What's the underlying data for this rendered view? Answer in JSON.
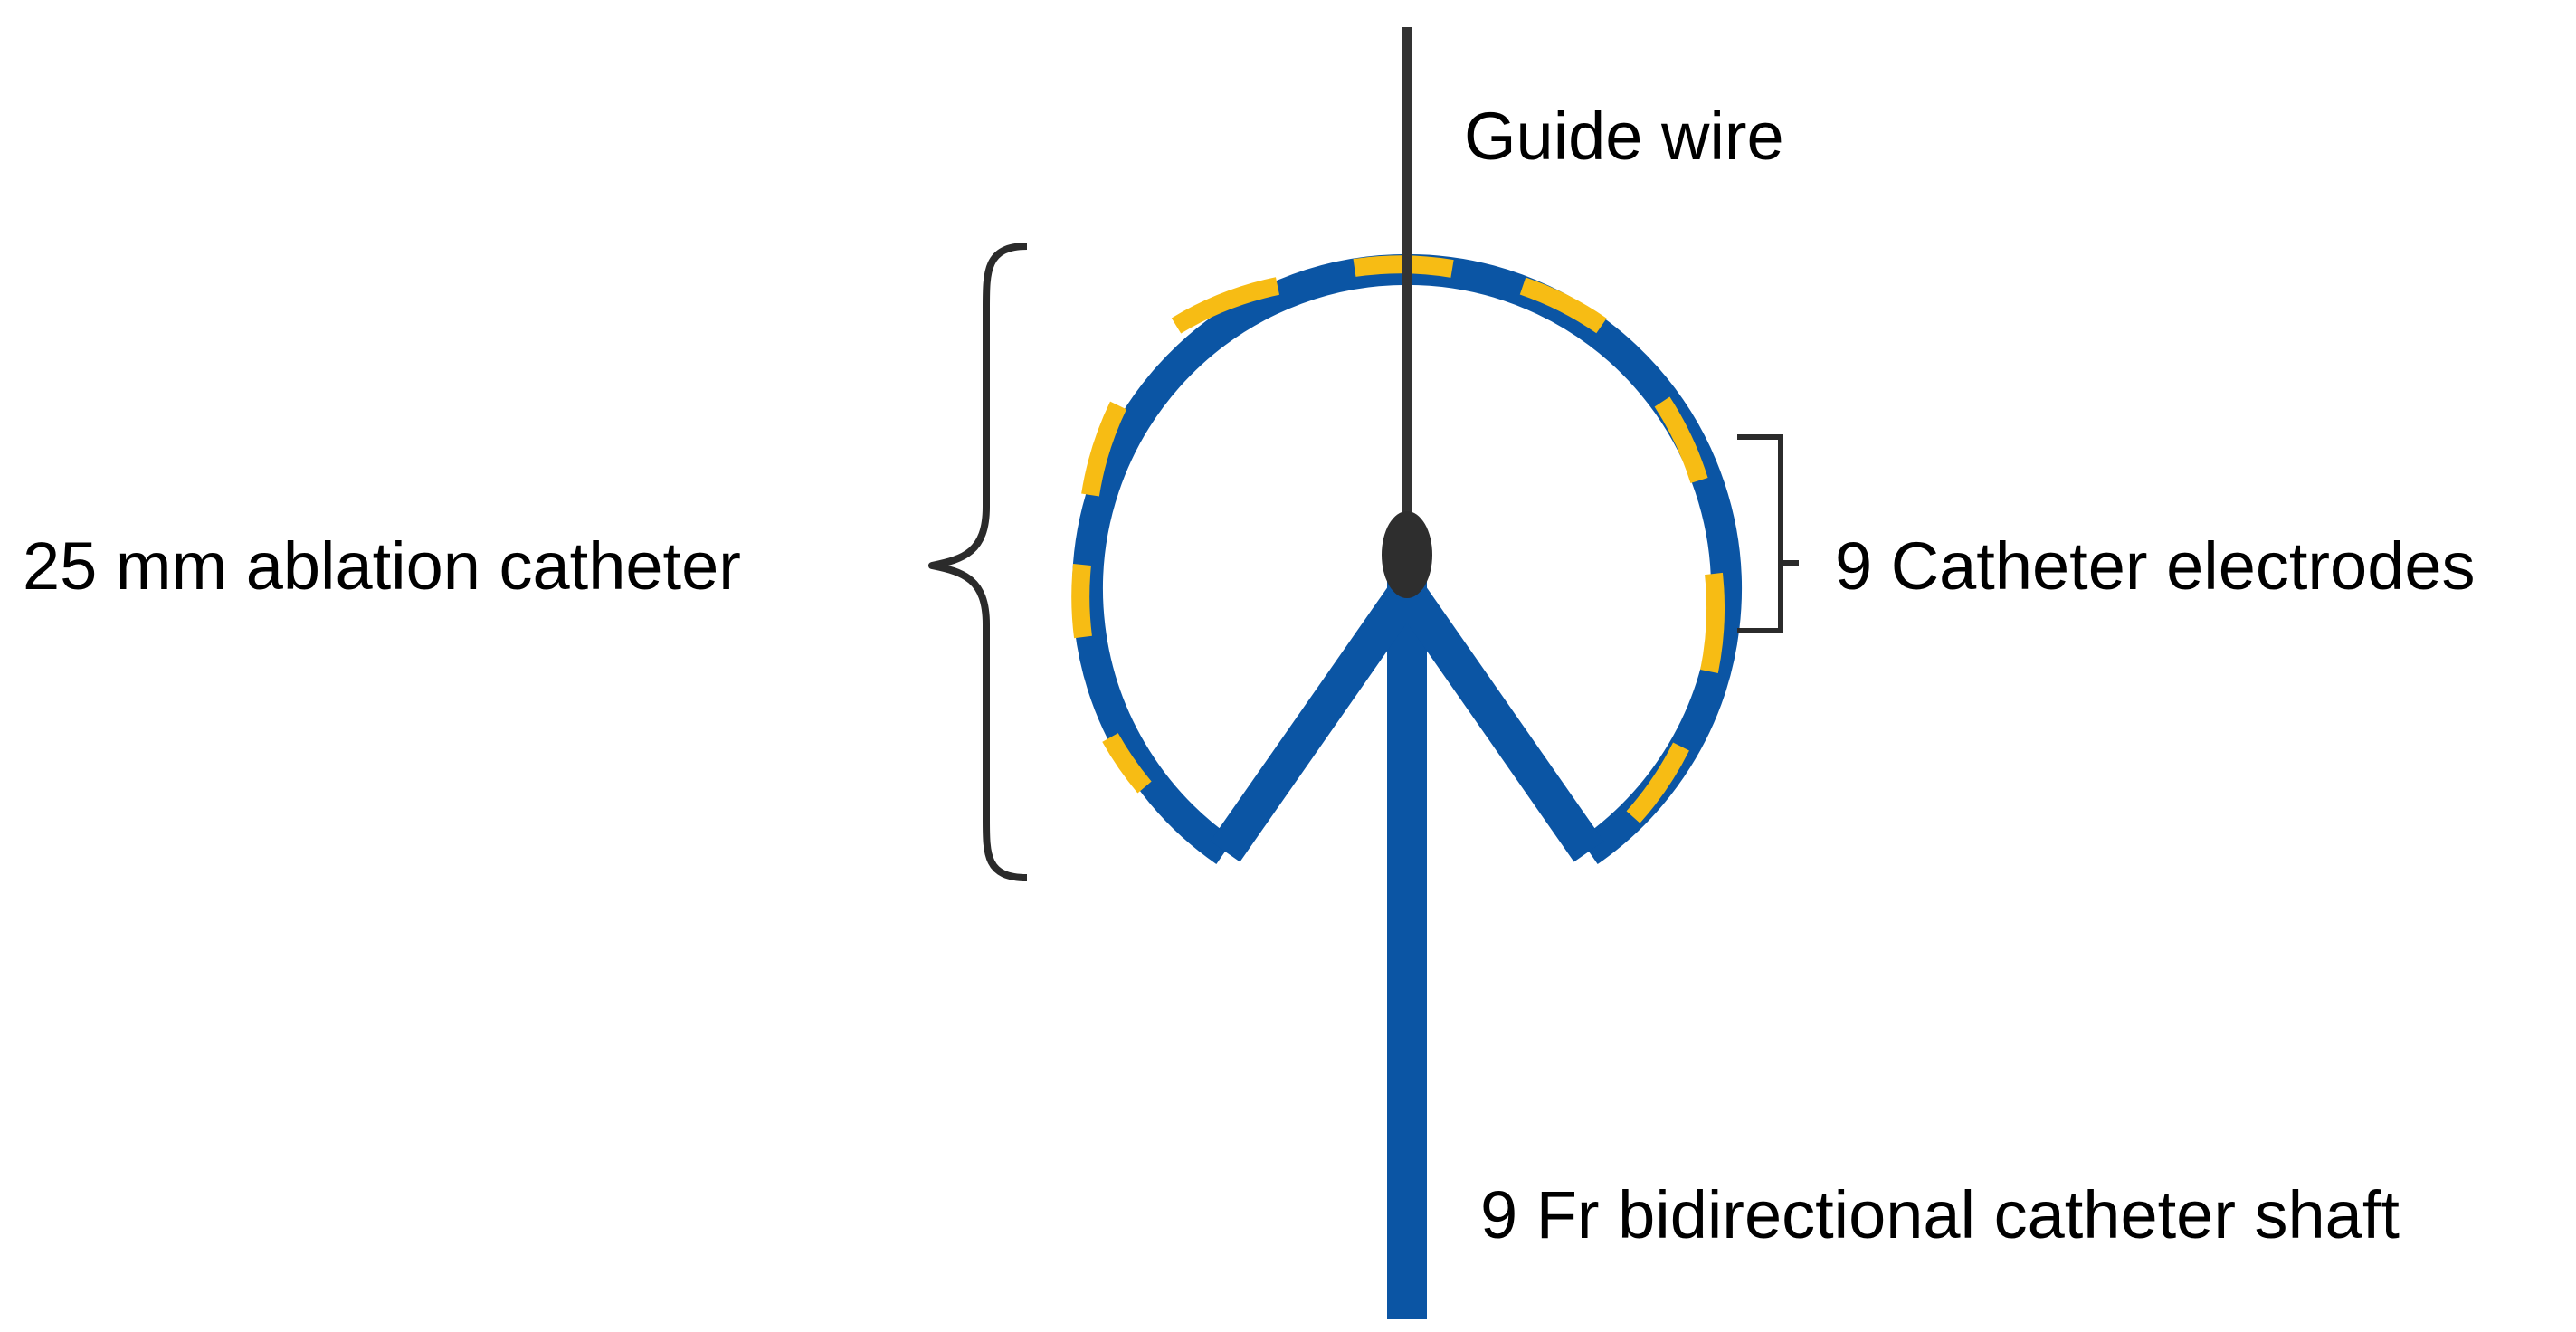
{
  "labels": {
    "guide_wire": "Guide wire",
    "ablation_catheter": "25 mm ablation catheter",
    "catheter_electrodes": "9 Catheter electrodes",
    "catheter_shaft": "9 Fr bidirectional catheter shaft"
  },
  "colors": {
    "catheter_blue": "#0B55A4",
    "electrode_yellow": "#F7BC14",
    "wire_dark": "#333333",
    "bracket_dark": "#2b2b2b",
    "text": "#000000"
  },
  "electrode_count": 9
}
